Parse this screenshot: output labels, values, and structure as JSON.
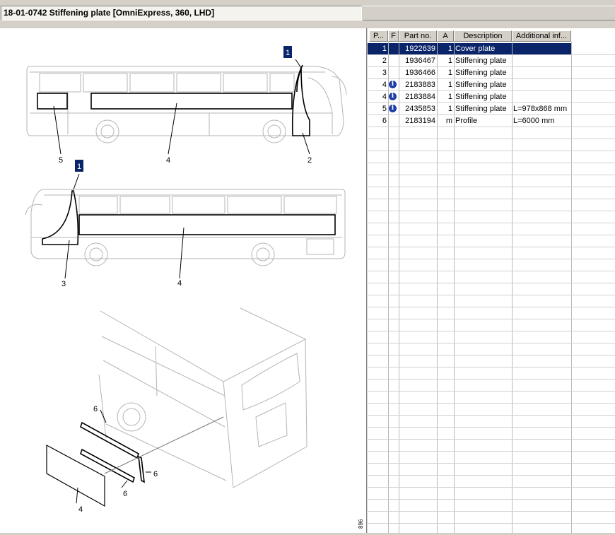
{
  "window": {
    "title": "18-01-0742 Stiffening plate [OmniExpress, 360, LHD]"
  },
  "drawing": {
    "callouts": {
      "c1a": "1",
      "c1b": "1"
    },
    "labels": {
      "l5": "5",
      "l4a": "4",
      "l2": "2",
      "l3": "3",
      "l4b": "4",
      "l6a": "6",
      "l6b": "6",
      "l6c": "6",
      "l4c": "4"
    },
    "side_code": "896"
  },
  "table": {
    "columns": [
      "P...",
      "F",
      "Part no.",
      "A",
      "Description",
      "Additional inf..."
    ],
    "rows": [
      {
        "pos": "1",
        "info": false,
        "part": "1922639",
        "qty": "1",
        "desc": "Cover plate",
        "add": ""
      },
      {
        "pos": "2",
        "info": false,
        "part": "1936467",
        "qty": "1",
        "desc": "Stiffening plate",
        "add": ""
      },
      {
        "pos": "3",
        "info": false,
        "part": "1936466",
        "qty": "1",
        "desc": "Stiffening plate",
        "add": ""
      },
      {
        "pos": "4",
        "info": true,
        "part": "2183883",
        "qty": "1",
        "desc": "Stiffening plate",
        "add": ""
      },
      {
        "pos": "4",
        "info": true,
        "part": "2183884",
        "qty": "1",
        "desc": "Stiffening plate",
        "add": ""
      },
      {
        "pos": "5",
        "info": true,
        "part": "2435853",
        "qty": "1",
        "desc": "Stiffening plate",
        "add": "L=978x868 mm"
      },
      {
        "pos": "6",
        "info": false,
        "part": "2183194",
        "qty": "m",
        "desc": "Profile",
        "add": "L=6000 mm"
      }
    ],
    "selected_row": 0,
    "info_icon": "info-icon",
    "colors": {
      "selection": "#0a246a",
      "callout": "#0a246a"
    }
  }
}
